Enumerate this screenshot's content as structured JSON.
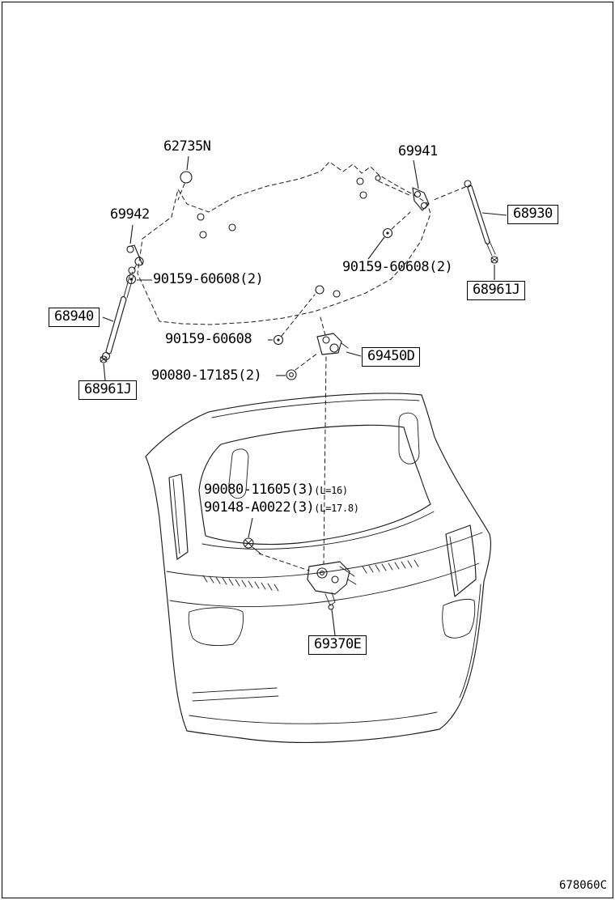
{
  "diagram": {
    "code": "678060C",
    "labels": [
      {
        "text": "62735N",
        "boxed": false
      },
      {
        "text": "69941",
        "boxed": false
      },
      {
        "text": "68930",
        "boxed": true
      },
      {
        "text": "69942",
        "boxed": false
      },
      {
        "text": "90159-60608(2)",
        "boxed": false
      },
      {
        "text": "90159-60608(2)",
        "boxed": false
      },
      {
        "text": "68961J",
        "boxed": true
      },
      {
        "text": "68940",
        "boxed": true
      },
      {
        "text": "90159-60608",
        "boxed": false
      },
      {
        "text": "69450D",
        "boxed": true
      },
      {
        "text": "68961J",
        "boxed": true
      },
      {
        "text": "90080-17185(2)",
        "boxed": false
      },
      {
        "text": "90080-11605(3)",
        "suffix": "(L=16)",
        "boxed": false
      },
      {
        "text": "90148-A0022(3)",
        "suffix": "(L=17.8)",
        "boxed": false
      },
      {
        "text": "69370E",
        "boxed": true
      }
    ]
  }
}
